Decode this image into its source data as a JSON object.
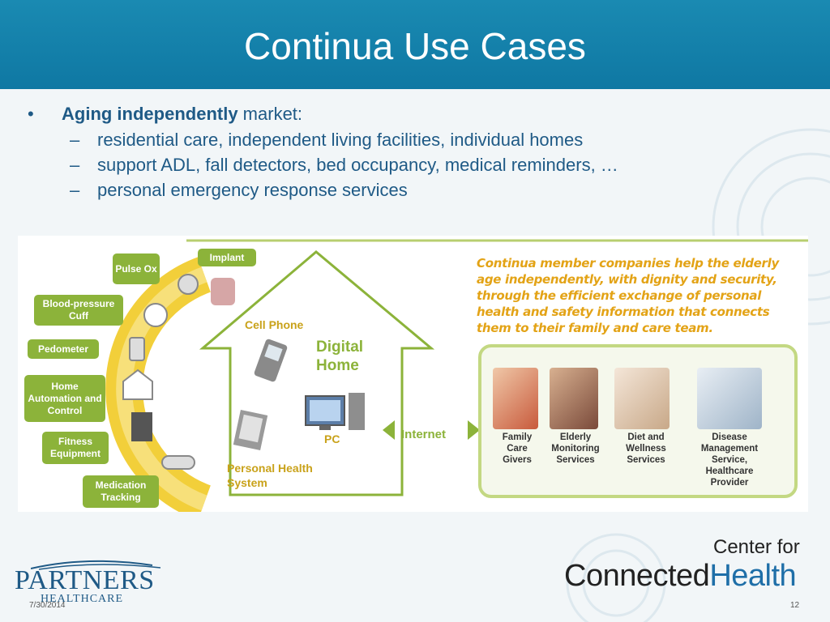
{
  "slide": {
    "title": "Continua Use Cases"
  },
  "bullets": {
    "main_bold": "Aging independently",
    "main_rest": " market:",
    "subs": [
      "residential care, independent living facilities, individual homes",
      "support ADL, fall detectors, bed occupancy, medical reminders, …",
      "personal emergency response services"
    ]
  },
  "diagram": {
    "device_labels": {
      "pulse_ox": "Pulse Ox",
      "implant": "Implant",
      "bp_cuff": "Blood-pressure Cuff",
      "pedometer": "Pedometer",
      "home_automation": "Home Automation and Control",
      "fitness": "Fitness Equipment",
      "medication": "Medication Tracking"
    },
    "house_labels": {
      "cell_phone": "Cell Phone",
      "digital_home": "Digital Home",
      "pc": "PC",
      "personal_health": "Personal Health System"
    },
    "internet": "Internet",
    "continua_text": "Continua member companies help the elderly age independently, with dignity and security, through the efficient exchange of personal health and safety information that connects them to their family and care team.",
    "services": [
      "Family Care Givers",
      "Elderly Monitoring Services",
      "Diet and Wellness Services",
      "Disease Management Service, Healthcare Provider"
    ]
  },
  "footer": {
    "date": "7/30/2014",
    "page": "12",
    "partners": "PARTNERS",
    "healthcare": "HEALTHCARE",
    "center_for": "Center for",
    "connected": "Connected",
    "health": "Health"
  },
  "colors": {
    "header_blue": "#0f78a3",
    "text_blue": "#1f5a86",
    "accent_green": "#8cb33a",
    "accent_gold": "#e3a316"
  }
}
